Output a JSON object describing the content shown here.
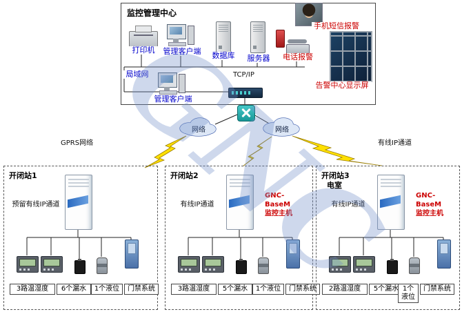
{
  "watermark": "GNC",
  "center": {
    "title": "监控管理中心",
    "printer_label": "打印机",
    "client1_label": "管理客户端",
    "database_label": "数据库",
    "server_label": "服务器",
    "phone_alarm_label": "电话报警",
    "sms_alarm_label": "手机短信报警",
    "display_wall_label": "告警中心显示屏",
    "client2_label": "管理客户端",
    "lan_label": "局域网",
    "tcpip_label": "TCP/IP"
  },
  "network": {
    "left_cloud_label": "网络",
    "right_cloud_label": "网络",
    "gprs_label": "GPRS网络",
    "wired_label": "有线IP通道"
  },
  "stations": [
    {
      "title": "开闭站1",
      "subtitle": "",
      "channel": "预留有线IP通道",
      "host": "",
      "sensors": [
        "3路温湿度",
        "6个漏水",
        "1个液位",
        "门禁系统"
      ]
    },
    {
      "title": "开闭站2",
      "subtitle": "",
      "channel": "有线IP通道",
      "host": "GNC-BaseM\n监控主机",
      "sensors": [
        "3路温湿度",
        "5个漏水",
        "1个液位",
        "门禁系统"
      ]
    },
    {
      "title": "开闭站3",
      "subtitle": "电室",
      "channel": "有线IP通道",
      "host": "GNC-BaseM\n监控主机",
      "sensors": [
        "2路温湿度",
        "5个漏水",
        "1个液位",
        "门禁系统"
      ]
    }
  ]
}
